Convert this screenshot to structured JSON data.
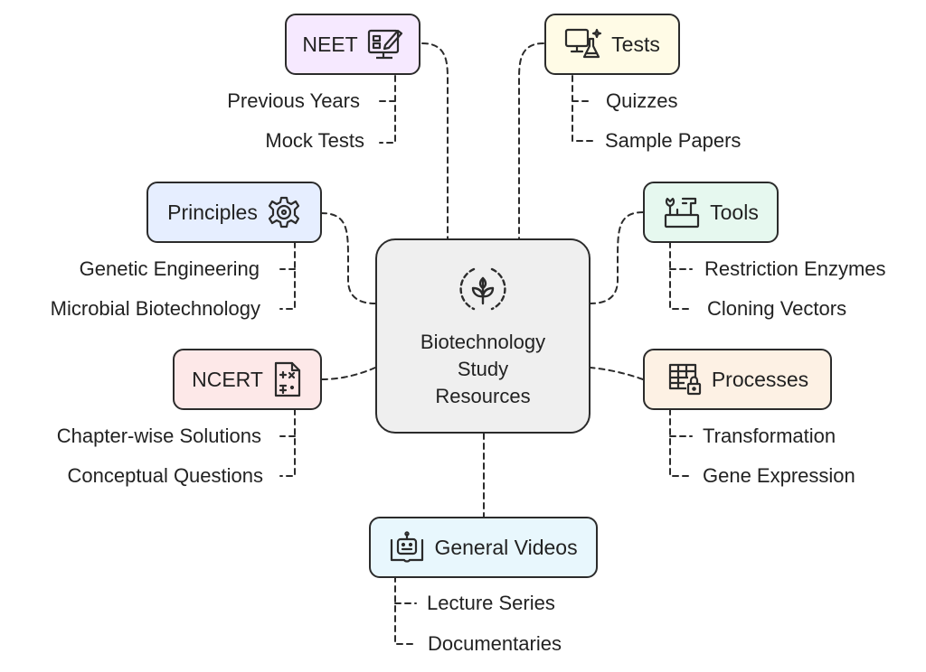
{
  "center": {
    "title": "Biotechnology\nStudy\nResources",
    "icon": "plant-sprout-icon"
  },
  "branches": [
    {
      "id": "neet",
      "label": "NEET",
      "icon": "exam-screen-icon",
      "fill": "#f6e9ff",
      "items": [
        "Previous Years",
        "Mock Tests"
      ]
    },
    {
      "id": "principles",
      "label": "Principles",
      "icon": "gear-icon",
      "fill": "#e6eeff",
      "items": [
        "Genetic Engineering",
        "Microbial Biotechnology"
      ]
    },
    {
      "id": "ncert",
      "label": "NCERT",
      "icon": "calculation-sheet-icon",
      "fill": "#fde8e8",
      "items": [
        "Chapter-wise Solutions",
        "Conceptual Questions"
      ]
    },
    {
      "id": "tests",
      "label": "Tests",
      "icon": "lab-computer-icon",
      "fill": "#fffbe6",
      "items": [
        "Quizzes",
        "Sample Papers"
      ]
    },
    {
      "id": "tools",
      "label": "Tools",
      "icon": "toolbox-icon",
      "fill": "#e6f8ef",
      "items": [
        "Restriction Enzymes",
        "Cloning Vectors"
      ]
    },
    {
      "id": "processes",
      "label": "Processes",
      "icon": "locked-table-icon",
      "fill": "#fdf1e4",
      "items": [
        "Transformation",
        "Gene Expression"
      ]
    },
    {
      "id": "videos",
      "label": "General Videos",
      "icon": "robot-book-icon",
      "fill": "#e8f7fd",
      "items": [
        "Lecture Series",
        "Documentaries"
      ]
    }
  ],
  "colors": {
    "stroke": "#2b2b2b",
    "center_fill": "#efefef"
  }
}
